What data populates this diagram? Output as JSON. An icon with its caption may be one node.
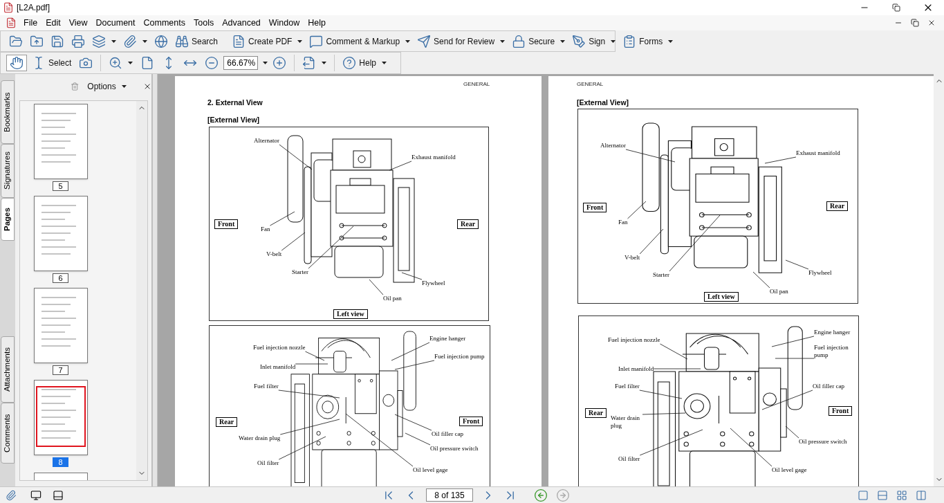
{
  "diagram": {
    "nodes": [
      {
        "text": [
          "GENERAL",
          "2. External View",
          "[External View]"
        ]
      },
      {
        "text": [],
        "shape": "box",
        "in": 0
      },
      {
        "text": [
          "Alternator"
        ],
        "in": 1
      },
      {
        "text": [
          "Exhaust manifold"
        ],
        "in": 1
      },
      {
        "text": [
          "Front"
        ],
        "in": 1
      },
      {
        "text": [
          "Rear"
        ],
        "in": 1
      },
      {
        "text": [
          "Fan"
        ],
        "in": 1
      },
      {
        "text": [
          "V-belt"
        ],
        "in": 1
      },
      {
        "text": [
          "Starter"
        ],
        "in": 1
      },
      {
        "text": [
          "Flywheel"
        ],
        "in": 1
      },
      {
        "text": [
          "Oil pan"
        ],
        "in": 1
      },
      {
        "text": [
          "Left view"
        ],
        "in": 1
      },
      {
        "text": [],
        "shape": "box",
        "in": 0
      },
      {
        "text": [
          "Fuel injection nozzle"
        ],
        "in": 12
      },
      {
        "text": [
          "Engine hanger"
        ],
        "in": 12
      },
      {
        "text": [
          "Fuel injection pump"
        ],
        "in": 12
      },
      {
        "text": [
          "Inlet manifold"
        ],
        "in": 12
      },
      {
        "text": [
          "Fuel filter"
        ],
        "in": 12
      },
      {
        "text": [
          "Rear"
        ],
        "in": 12
      },
      {
        "text": [
          "Front"
        ],
        "in": 12
      },
      {
        "text": [
          "Water drain plug"
        ],
        "in": 12
      },
      {
        "text": [
          "Oil filler cap"
        ],
        "in": 12
      },
      {
        "text": [
          "Oil pressure switch"
        ],
        "in": 12
      },
      {
        "text": [
          "Oil filter"
        ],
        "in": 12
      },
      {
        "text": [
          "Oil level gage"
        ],
        "in": 12
      },
      {
        "text": [
          "GENERAL",
          "[External View]"
        ]
      },
      {
        "text": [],
        "shape": "box",
        "in": 25
      },
      {
        "text": [
          "Alternator"
        ],
        "in": 26
      },
      {
        "text": [
          "Exhaust manifold"
        ],
        "in": 26
      },
      {
        "text": [
          "Front"
        ],
        "in": 26
      },
      {
        "text": [
          "Rear"
        ],
        "in": 26
      },
      {
        "text": [
          "Fan"
        ],
        "in": 26
      },
      {
        "text": [
          "V-belt"
        ],
        "in": 26
      },
      {
        "text": [
          "Starter"
        ],
        "in": 26
      },
      {
        "text": [
          "Flywheel"
        ],
        "in": 26
      },
      {
        "text": [
          "Oil pan"
        ],
        "in": 26
      },
      {
        "text": [
          "Left view"
        ],
        "in": 26
      },
      {
        "text": [],
        "shape": "box",
        "in": 25
      },
      {
        "text": [
          "Fuel injection nozzle"
        ],
        "in": 37
      },
      {
        "text": [
          "Engine hanger"
        ],
        "in": 37
      },
      {
        "text": [
          "Fuel injection pump"
        ],
        "in": 37
      },
      {
        "text": [
          "Inlet manifold"
        ],
        "in": 37
      },
      {
        "text": [
          "Fuel filter"
        ],
        "in": 37
      },
      {
        "text": [
          "Oil filler cap"
        ],
        "in": 37
      },
      {
        "text": [
          "Rear"
        ],
        "in": 37
      },
      {
        "text": [
          "Front"
        ],
        "in": 37
      },
      {
        "text": [
          "Water drain plug"
        ],
        "in": 37
      },
      {
        "text": [
          "Oil pressure switch"
        ],
        "in": 37
      },
      {
        "text": [
          "Oil filter"
        ],
        "in": 37
      },
      {
        "text": [
          "Oil level gage"
        ],
        "in": 37
      }
    ],
    "edges": [
      {
        "from": 2,
        "to": null,
        "arrow": "none"
      },
      {
        "from": 3,
        "to": null,
        "arrow": "none"
      },
      {
        "from": 6,
        "to": null,
        "arrow": "none"
      },
      {
        "from": 7,
        "to": null,
        "arrow": "none"
      },
      {
        "from": 8,
        "to": null,
        "arrow": "none"
      },
      {
        "from": 9,
        "to": null,
        "arrow": "none"
      },
      {
        "from": 10,
        "to": null,
        "arrow": "none"
      },
      {
        "from": 13,
        "to": null,
        "arrow": "none"
      },
      {
        "from": 14,
        "to": null,
        "arrow": "none"
      },
      {
        "from": 15,
        "to": null,
        "arrow": "none"
      },
      {
        "from": 16,
        "to": null,
        "arrow": "none"
      },
      {
        "from": 17,
        "to": null,
        "arrow": "none"
      },
      {
        "from": 20,
        "to": null,
        "arrow": "none"
      },
      {
        "from": 21,
        "to": null,
        "arrow": "none"
      },
      {
        "from": 22,
        "to": null,
        "arrow": "none"
      },
      {
        "from": 23,
        "to": null,
        "arrow": "none"
      },
      {
        "from": 24,
        "to": null,
        "arrow": "none"
      },
      {
        "from": 27,
        "to": null,
        "arrow": "none"
      },
      {
        "from": 28,
        "to": null,
        "arrow": "none"
      },
      {
        "from": 31,
        "to": null,
        "arrow": "none"
      },
      {
        "from": 32,
        "to": null,
        "arrow": "none"
      },
      {
        "from": 33,
        "to": null,
        "arrow": "none"
      },
      {
        "from": 34,
        "to": null,
        "arrow": "none"
      },
      {
        "from": 35,
        "to": null,
        "arrow": "none"
      },
      {
        "from": 38,
        "to": null,
        "arrow": "none"
      },
      {
        "from": 39,
        "to": null,
        "arrow": "none"
      },
      {
        "from": 40,
        "to": null,
        "arrow": "none"
      },
      {
        "from": 41,
        "to": null,
        "arrow": "none"
      },
      {
        "from": 42,
        "to": null,
        "arrow": "none"
      },
      {
        "from": 43,
        "to": null,
        "arrow": "none"
      },
      {
        "from": 46,
        "to": null,
        "arrow": "none"
      },
      {
        "from": 47,
        "to": null,
        "arrow": "none"
      },
      {
        "from": 48,
        "to": null,
        "arrow": "none"
      },
      {
        "from": 49,
        "to": null,
        "arrow": "none"
      }
    ],
    "labels": [
      "[L2A.pdf]",
      "File",
      "Edit",
      "View",
      "Document",
      "Comments",
      "Tools",
      "Advanced",
      "Window",
      "Help",
      "Search",
      "Create PDF",
      "Comment & Markup",
      "Send for Review",
      "Secure",
      "Sign",
      "Forms",
      "Select",
      "66.67%",
      "Help",
      "Options",
      "Bookmarks",
      "Signatures",
      "Pages",
      "Attachments",
      "Comments",
      "5",
      "6",
      "7",
      "8",
      "8 of 135"
    ]
  }
}
